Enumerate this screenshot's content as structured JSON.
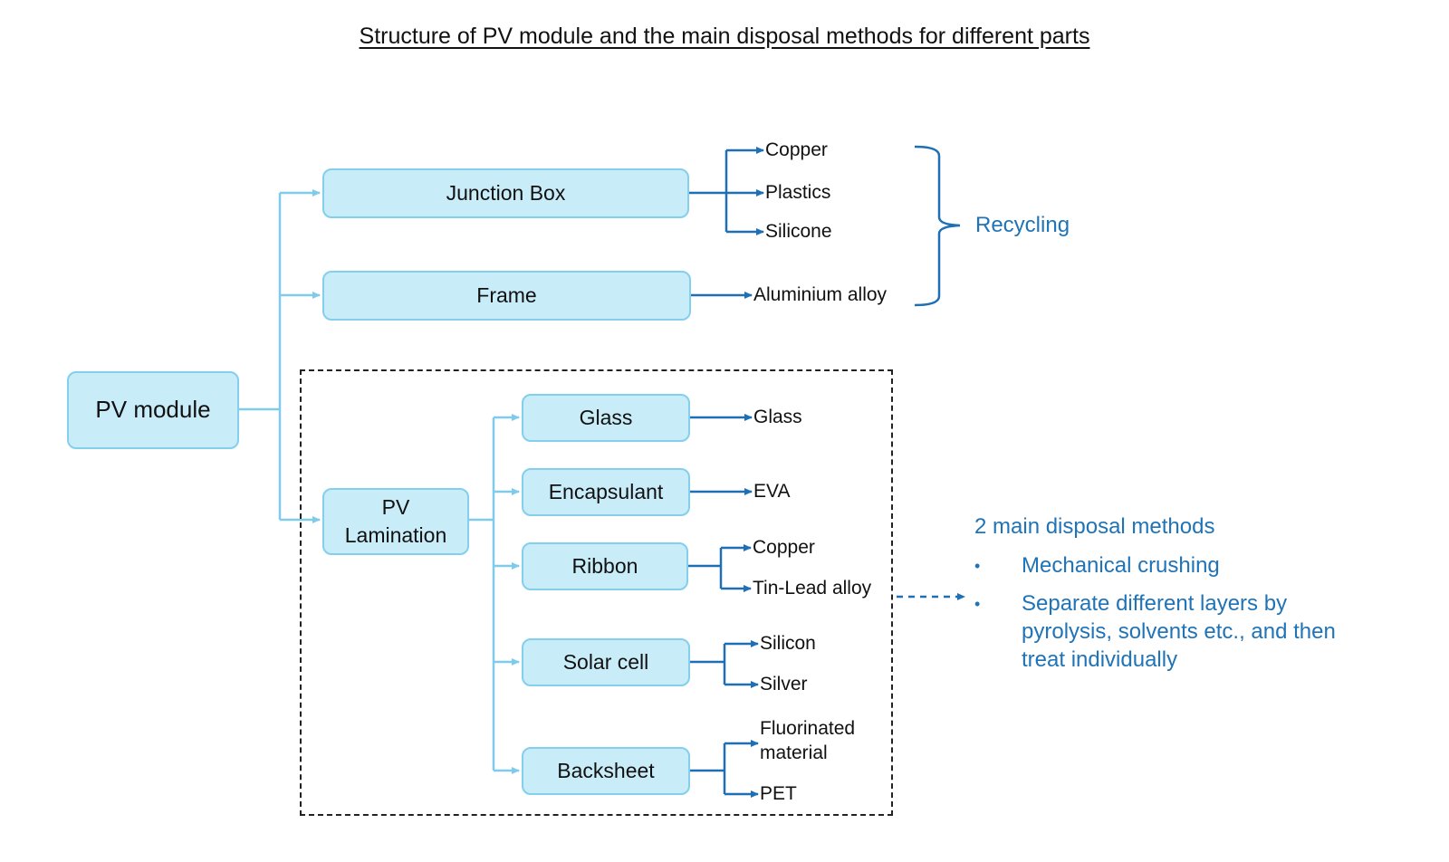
{
  "title": "Structure of PV module and the main disposal methods for different parts",
  "root": "PV module",
  "components": {
    "junction_box": "Junction Box",
    "frame": "Frame",
    "pv_lamination": "PV Lamination"
  },
  "lamination_layers": {
    "glass": "Glass",
    "encapsulant": "Encapsulant",
    "ribbon": "Ribbon",
    "solar_cell": "Solar cell",
    "backsheet": "Backsheet"
  },
  "materials": {
    "copper_1": "Copper",
    "plastics": "Plastics",
    "silicone": "Silicone",
    "aluminium": "Aluminium alloy",
    "glass": "Glass",
    "eva": "EVA",
    "copper_2": "Copper",
    "tin_lead": "Tin-Lead alloy",
    "silicon": "Silicon",
    "silver": "Silver",
    "fluorinated": "Fluorinated material",
    "pet": "PET"
  },
  "recycling_label": "Recycling",
  "disposal": {
    "heading": "2 main disposal methods",
    "methods": [
      "Mechanical crushing",
      "Separate different layers by pyrolysis, solvents etc., and then treat individually"
    ]
  },
  "colors": {
    "box_fill": "#c9ecf9",
    "box_border": "#83cfec",
    "light_connector": "#7fcbe9",
    "dark_connector": "#1f6fb5",
    "accent_text": "#1f73b7"
  }
}
